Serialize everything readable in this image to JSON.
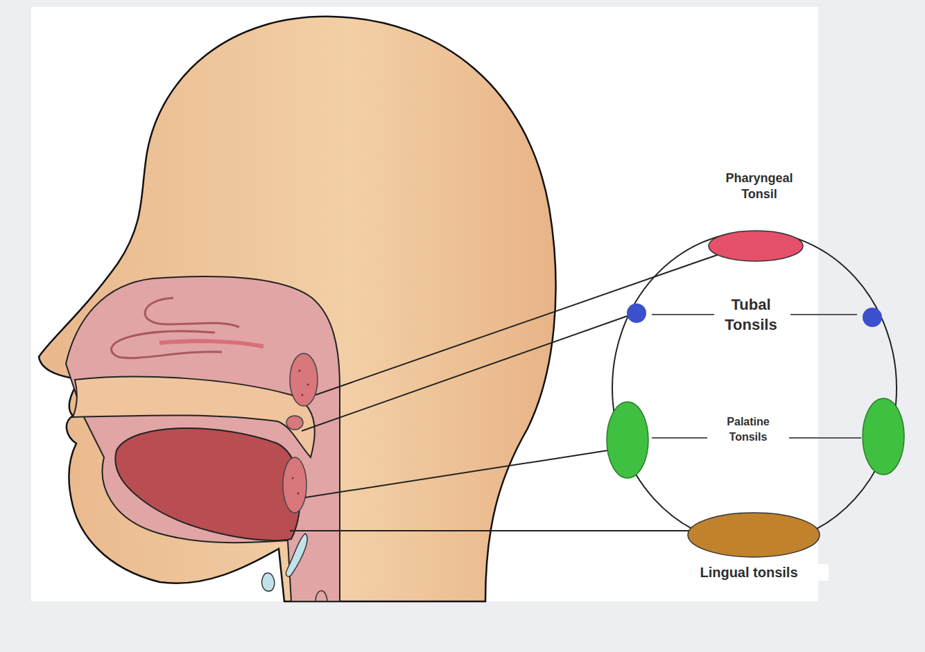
{
  "diagram": {
    "labels": [
      "Pharyngeal Tonsil",
      "Tubal Tonsils",
      "Palatine Tonsils",
      "Lingual tonsils"
    ]
  }
}
